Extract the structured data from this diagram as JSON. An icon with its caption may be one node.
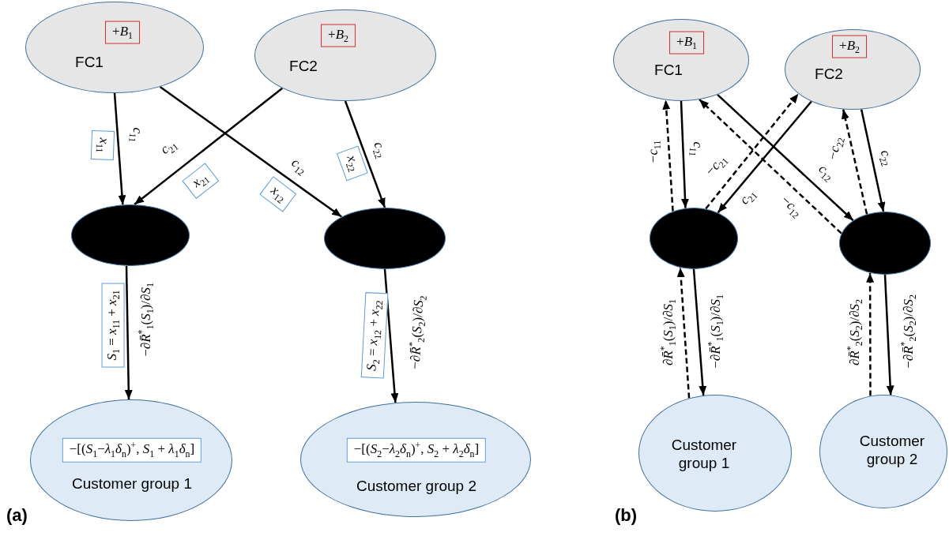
{
  "diagram": {
    "nodes": [
      {
        "text": [
          "FC1"
        ]
      },
      {
        "text": [
          "+*B*$_{1}$"
        ],
        "in": 0
      },
      {
        "text": [
          "FC2"
        ]
      },
      {
        "text": [
          "+*B*$_{2}$"
        ],
        "in": 2
      },
      {
        "text": [],
        "shape": "ellipse"
      },
      {
        "text": [],
        "shape": "ellipse"
      },
      {
        "text": [
          "*x*$_{11}$"
        ]
      },
      {
        "text": [
          "*x*$_{21}$"
        ]
      },
      {
        "text": [
          "*x*$_{12}$"
        ]
      },
      {
        "text": [
          "*x*$_{22}$"
        ]
      },
      {
        "text": [
          "*S*$_{1}$ = *x*$_{11}$ + *x*$_{21}$"
        ]
      },
      {
        "text": [
          "*S*$_{2}$ = *x*$_{12}$ + *x*$_{22}$"
        ]
      },
      {
        "text": [
          "Customer group 1"
        ]
      },
      {
        "text": [
          "−[(*S*$_{1}$−*λ*$_{1}$*δ*$_{n}$)$^{+}$, *S*$_{1}$ + *λ*$_{1}$*δ*$_{n}$]"
        ],
        "in": 12
      },
      {
        "text": [
          "Customer group 2"
        ]
      },
      {
        "text": [
          "−[(*S*$_{2}$−*λ*$_{2}$*δ*$_{n}$)$^{+}$, *S*$_{2}$ + *λ*$_{2}$*δ*$_{n}$]"
        ],
        "in": 14
      },
      {
        "text": [
          "FC1"
        ]
      },
      {
        "text": [
          "+*B*$_{1}$"
        ],
        "in": 16
      },
      {
        "text": [
          "FC2"
        ]
      },
      {
        "text": [
          "+*B*$_{2}$"
        ],
        "in": 18
      },
      {
        "text": [],
        "shape": "ellipse"
      },
      {
        "text": [],
        "shape": "ellipse"
      },
      {
        "text": [
          "Customer group 1"
        ]
      },
      {
        "text": [
          "Customer group 2"
        ]
      }
    ],
    "edges": [
      {
        "from": 0,
        "to": 4,
        "arrow": "to",
        "label": "*c*$_{11}$"
      },
      {
        "from": 0,
        "to": 5,
        "arrow": "to",
        "label": "*c*$_{12}$"
      },
      {
        "from": 2,
        "to": 4,
        "arrow": "to",
        "label": "*c*$_{21}$"
      },
      {
        "from": 2,
        "to": 5,
        "arrow": "to",
        "label": "*c*$_{22}$"
      },
      {
        "from": 4,
        "to": 12,
        "arrow": "to",
        "label": "−∂*R̄*$^{*}$$_{1}$(*S*$_{1}$)/∂*S*$_{1}$"
      },
      {
        "from": 5,
        "to": 14,
        "arrow": "to",
        "label": "−∂*R̄*$^{*}$$_{2}$(*S*$_{2}$)/∂*S*$_{2}$"
      },
      {
        "from": 16,
        "to": 20,
        "arrow": "to",
        "label": "*c*$_{11}$"
      },
      {
        "from": 20,
        "to": 16,
        "arrow": "to",
        "label": "−*c*$_{11}$",
        "style": "dashed"
      },
      {
        "from": 16,
        "to": 21,
        "arrow": "to",
        "label": "*c*$_{12}$"
      },
      {
        "from": 21,
        "to": 16,
        "arrow": "to",
        "label": "−*c*$_{12}$",
        "style": "dashed"
      },
      {
        "from": 18,
        "to": 20,
        "arrow": "to",
        "label": "*c*$_{21}$"
      },
      {
        "from": 20,
        "to": 18,
        "arrow": "to",
        "label": "−*c*$_{21}$",
        "style": "dashed"
      },
      {
        "from": 18,
        "to": 21,
        "arrow": "to",
        "label": "*c*$_{22}$"
      },
      {
        "from": 21,
        "to": 18,
        "arrow": "to",
        "label": "−*c*$_{22}$",
        "style": "dashed"
      },
      {
        "from": 20,
        "to": 22,
        "arrow": "to",
        "label": "−∂*R̄*$^{*}$$_{1}$(*S*$_{1}$)/∂*S*$_{1}$"
      },
      {
        "from": 22,
        "to": 20,
        "arrow": "to",
        "label": "∂*R̄*$^{*}$$_{1}$(*S*$_{1}$)/∂*S*$_{1}$",
        "style": "dashed"
      },
      {
        "from": 21,
        "to": 23,
        "arrow": "to",
        "label": "−∂*R̄*$^{*}$$_{2}$(*S*$_{2}$)/∂*S*$_{2}$"
      },
      {
        "from": 23,
        "to": 21,
        "arrow": "to",
        "label": "∂*R̄*$^{*}$$_{2}$(*S*$_{2}$)/∂*S*$_{2}$",
        "style": "dashed"
      }
    ],
    "labels": [
      "(a)",
      "(b)"
    ]
  }
}
